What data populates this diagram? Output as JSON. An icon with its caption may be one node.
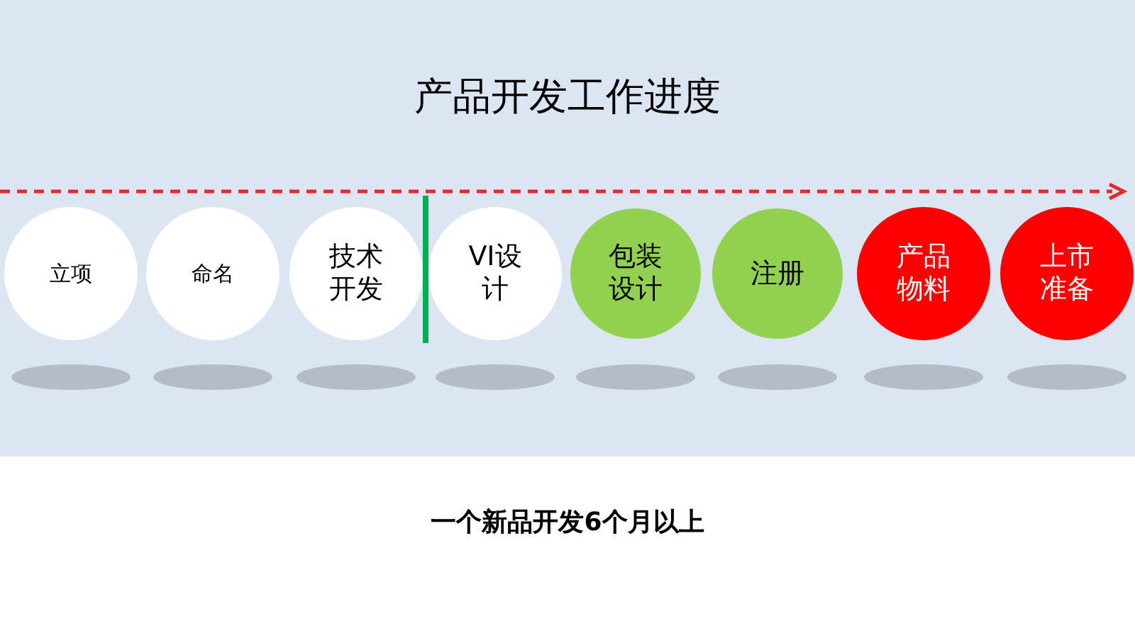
{
  "diagram": {
    "title": "产品开发工作进度",
    "caption": "一个新品开发6个月以上",
    "nodes": [
      {
        "text": [
          "立项"
        ]
      },
      {
        "text": [
          "命名"
        ]
      },
      {
        "text": [
          "技术开发"
        ]
      },
      {
        "text": [
          "VI设计"
        ]
      },
      {
        "text": [
          "包装设计"
        ]
      },
      {
        "text": [
          "注册"
        ]
      },
      {
        "text": [
          "产品物料"
        ]
      },
      {
        "text": [
          "上市准备"
        ]
      }
    ],
    "edges": []
  }
}
